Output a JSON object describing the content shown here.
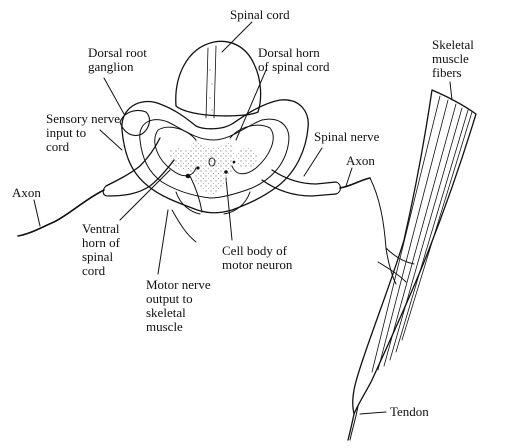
{
  "diagram": {
    "labels": {
      "spinal_cord": "Spinal cord",
      "dorsal_root_ganglion": "Dorsal root\nganglion",
      "dorsal_horn": "Dorsal horn\nof spinal cord",
      "skeletal_muscle_fibers": "Skeletal\nmuscle\nfibers",
      "sensory_nerve_input": "Sensory nerve\ninput to\ncord",
      "spinal_nerve": "Spinal nerve",
      "axon_left": "Axon",
      "axon_right": "Axon",
      "ventral_horn": "Ventral\nhorn of\nspinal\ncord",
      "cell_body": "Cell body of\nmotor neuron",
      "motor_nerve_output": "Motor nerve\noutput to\nskeletal\nmuscle",
      "tendon": "Tendon"
    },
    "colors": {
      "ink": "#111111",
      "gray_matter_stipple": "#9a9a9a"
    }
  }
}
